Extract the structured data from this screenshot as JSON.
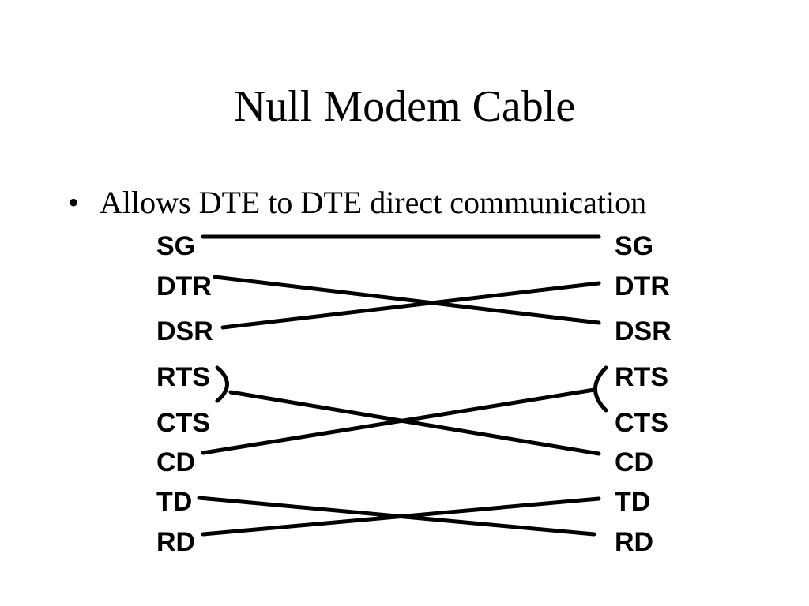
{
  "slide": {
    "title": "Null Modem Cable",
    "bullet": {
      "mark": "•",
      "text": "Allows DTE to DTE direct communication"
    }
  },
  "diagram": {
    "left_pins": [
      "SG",
      "DTR",
      "DSR",
      "RTS",
      "CTS",
      "CD",
      "TD",
      "RD"
    ],
    "right_pins": [
      "SG",
      "DTR",
      "DSR",
      "RTS",
      "CTS",
      "CD",
      "TD",
      "RD"
    ],
    "connections": [
      {
        "from": "SG",
        "to": "SG"
      },
      {
        "from": "DTR",
        "to": "DSR"
      },
      {
        "from": "DSR",
        "to": "DTR"
      },
      {
        "from": "RTS+CTS",
        "to": "CD"
      },
      {
        "from": "CD",
        "to": "RTS+CTS"
      },
      {
        "from": "TD",
        "to": "RD"
      },
      {
        "from": "RD",
        "to": "TD"
      }
    ],
    "loopbacks": [
      {
        "side": "left",
        "pins": [
          "RTS",
          "CTS"
        ]
      },
      {
        "side": "right",
        "pins": [
          "RTS",
          "CTS"
        ]
      }
    ]
  }
}
